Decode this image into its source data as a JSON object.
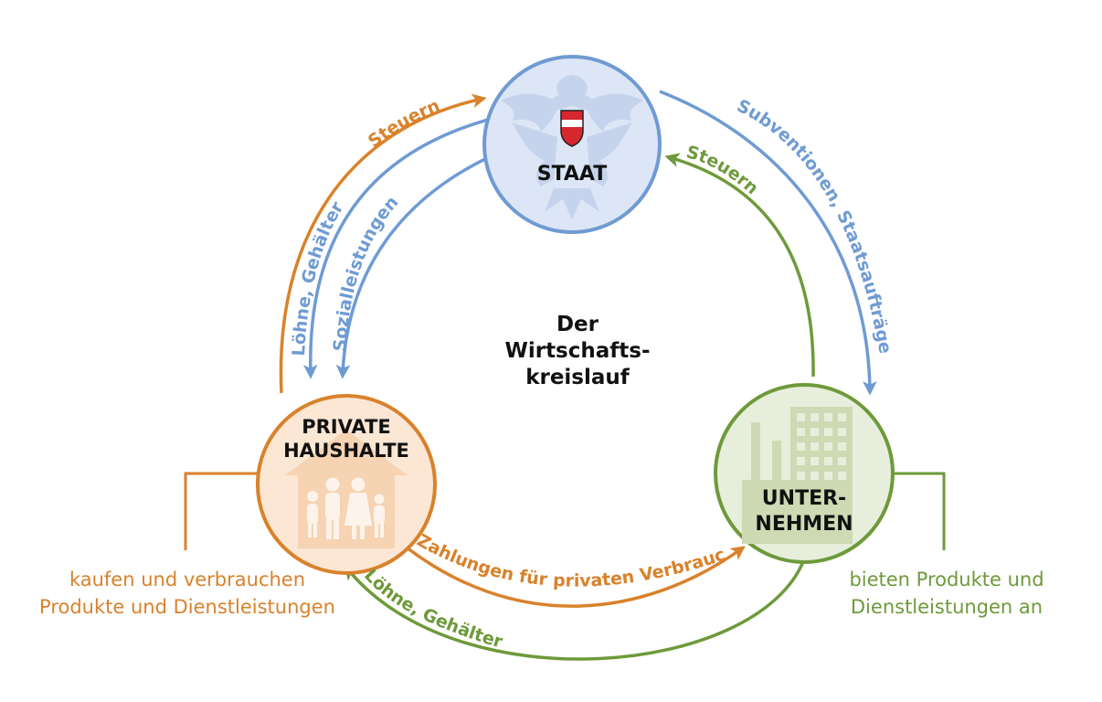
{
  "center": {
    "line1": "Der",
    "line2": "Wirtschafts-",
    "line3": "kreislauf"
  },
  "nodes": {
    "staat": {
      "label": "STAAT"
    },
    "haushalte": {
      "line1": "PRIVATE",
      "line2": "HAUSHALTE"
    },
    "unternehmen": {
      "line1": "UNTER-",
      "line2": "NEHMEN"
    }
  },
  "flows": {
    "steuern_haushalte": "Steuern",
    "loehne_staat": "Löhne, Gehälter",
    "sozialleistungen": "Sozialleistungen",
    "subventionen": "Subventionen, Staatsaufträge",
    "steuern_unternehmen": "Steuern",
    "zahlungen": "Zahlungen für privaten Verbrauch",
    "loehne_unternehmen": "Löhne, Gehälter"
  },
  "notes": {
    "haushalte_line1": "kaufen und verbrauchen",
    "haushalte_line2": "Produkte und Dienstleistungen",
    "unternehmen_line1": "bieten Produkte und",
    "unternehmen_line2": "Dienstleistungen an"
  },
  "colors": {
    "orange": "#d9822b",
    "blue": "#6f9bd3",
    "green": "#6e9a3a",
    "staat_fill": "#dde6f6",
    "haushalte_fill": "#fbe7d4",
    "unternehmen_fill": "#e8eedc",
    "flag_red": "#d8262f"
  }
}
